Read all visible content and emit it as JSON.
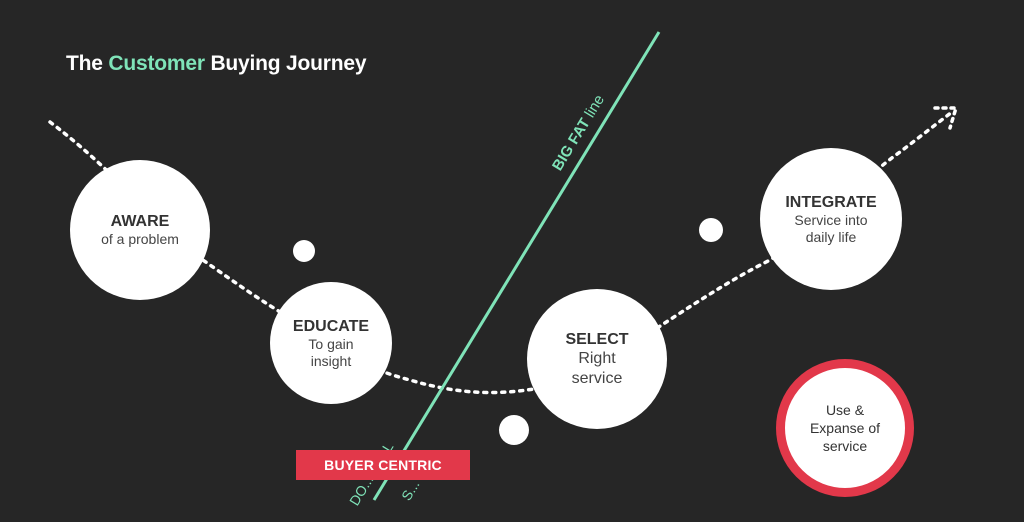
{
  "title": {
    "prefix": "The",
    "highlight": "Customer",
    "suffix": "Buying Journey"
  },
  "stages": [
    {
      "heading": "AWARE",
      "sub": "of a problem"
    },
    {
      "heading": "EDUCATE",
      "sub": "To gain insight"
    },
    {
      "heading": "SELECT",
      "sub": "Right service"
    },
    {
      "heading": "INTEGRATE",
      "sub": "Service into daily life"
    }
  ],
  "use_stage": {
    "text": "Use & Expanse of service"
  },
  "divider": {
    "label_bold": "BIG FAT",
    "label_rest": " line",
    "left_label_visible": "DO... SELL",
    "right_label_visible": "S..."
  },
  "badge": {
    "label": "BUYER CENTRIC"
  },
  "colors": {
    "background": "#262626",
    "accent_green": "#7fe3b8",
    "accent_red": "#e2384a",
    "circle": "#ffffff",
    "text": "#333333"
  }
}
